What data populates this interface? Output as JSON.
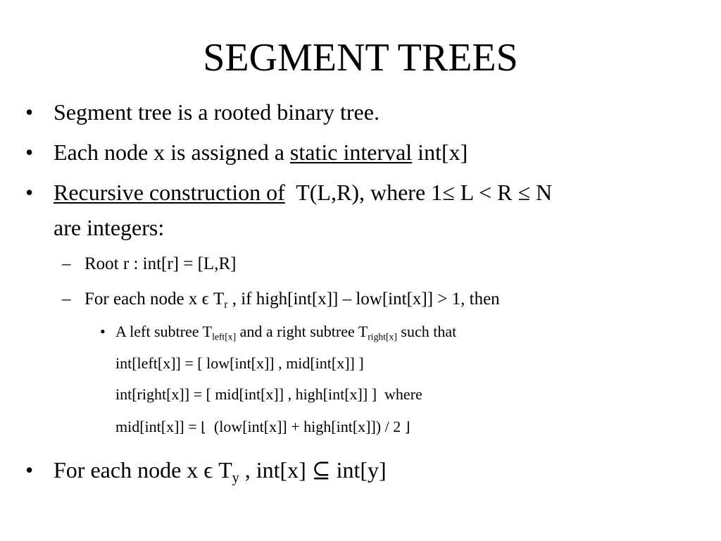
{
  "slide": {
    "title": "SEGMENT TREES",
    "bullet_marker": "•",
    "dash_marker": "–",
    "b1": "Segment tree is a rooted binary tree.",
    "b2": {
      "pre": "Each node x is assigned a ",
      "link": "static interval",
      "post": " int[x]"
    },
    "b3": {
      "link": "Recursive construction of",
      "post": "  T(L,R), where 1≤ L < R ≤ N",
      "line2": "are integers:"
    },
    "s1": "Root r : int[r] = [L,R]",
    "s2": {
      "pre": "For each node x ϵ T",
      "sub": "r",
      "post": " , if high[int[x]] – low[int[x]] > 1, then"
    },
    "t1": {
      "a": "A left subtree T",
      "sub1": "left[x]",
      "b": " and a right subtree T",
      "sub2": "right[x]",
      "c": " such that"
    },
    "t2": "int[left[x]] = [ low[int[x]] , mid[int[x]] ]",
    "t3": "int[right[x]] = [ mid[int[x]] , high[int[x]] ]  where",
    "t4": {
      "pre": "mid[int[x]] = ",
      "lfloor": "⌊",
      "mid": "  (low[int[x]] + high[int[x]]) / 2 ",
      "rfloor": "⌋"
    },
    "b4": {
      "pre": "For each node x ϵ T",
      "sub": "y",
      "post": " , int[x] ⊆ int[y]"
    }
  }
}
